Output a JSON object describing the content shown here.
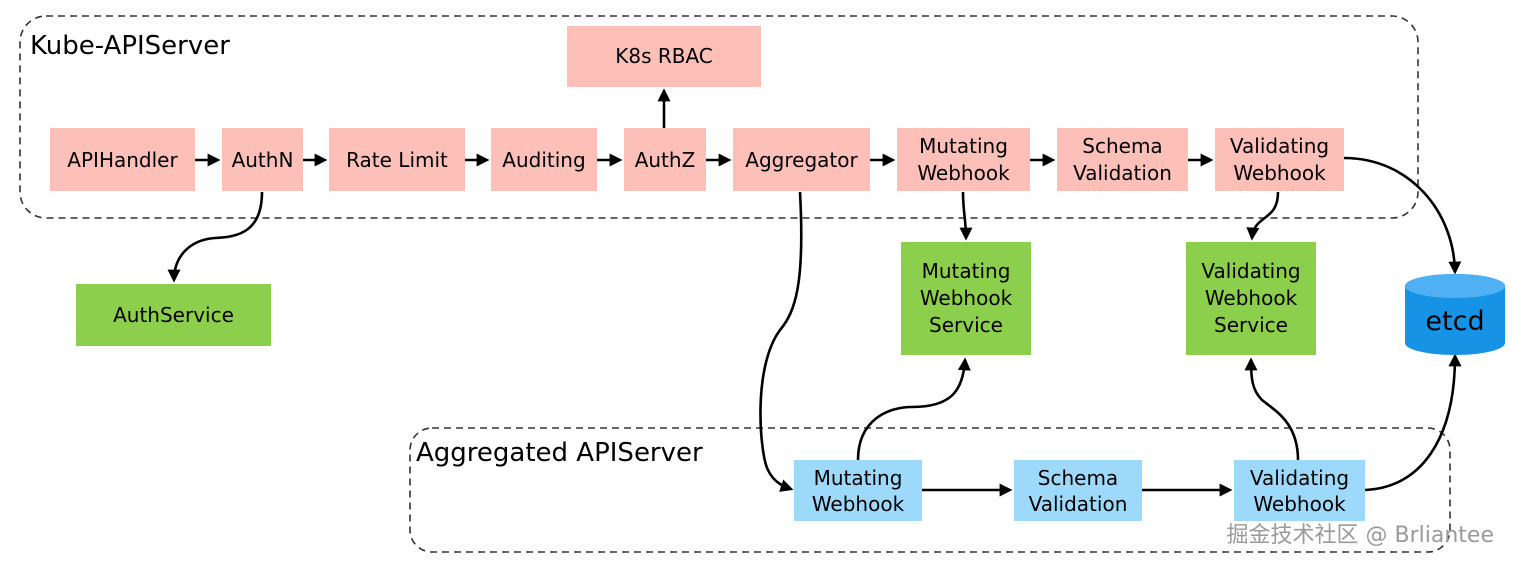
{
  "groups": {
    "kube": "Kube-APIServer",
    "aggregated": "Aggregated APIServer"
  },
  "nodes": {
    "k8s_rbac": "K8s RBAC",
    "apihandler": "APIHandler",
    "authn": "AuthN",
    "rate_limit": "Rate Limit",
    "auditing": "Auditing",
    "authz": "AuthZ",
    "aggregator": "Aggregator",
    "mutating_webhook": [
      "Mutating",
      "Webhook"
    ],
    "schema_validation": [
      "Schema",
      "Validation"
    ],
    "validating_webhook": [
      "Validating",
      "Webhook"
    ],
    "authservice": "AuthService",
    "mutating_webhook_service": [
      "Mutating",
      "Webhook",
      "Service"
    ],
    "validating_webhook_service": [
      "Validating",
      "Webhook",
      "Service"
    ],
    "etcd": "etcd",
    "agg_mutating_webhook": [
      "Mutating",
      "Webhook"
    ],
    "agg_schema_validation": [
      "Schema",
      "Validation"
    ],
    "agg_validating_webhook": [
      "Validating",
      "Webhook"
    ]
  },
  "watermark": "掘金技术社区 @ Brliantee",
  "colors": {
    "kube_node": "#fcc0b9",
    "service_node": "#8ccf4d",
    "aggregated_node": "#9dd9fb",
    "etcd": "#1793e6",
    "edge": "#000000",
    "group_border": "#333333"
  }
}
